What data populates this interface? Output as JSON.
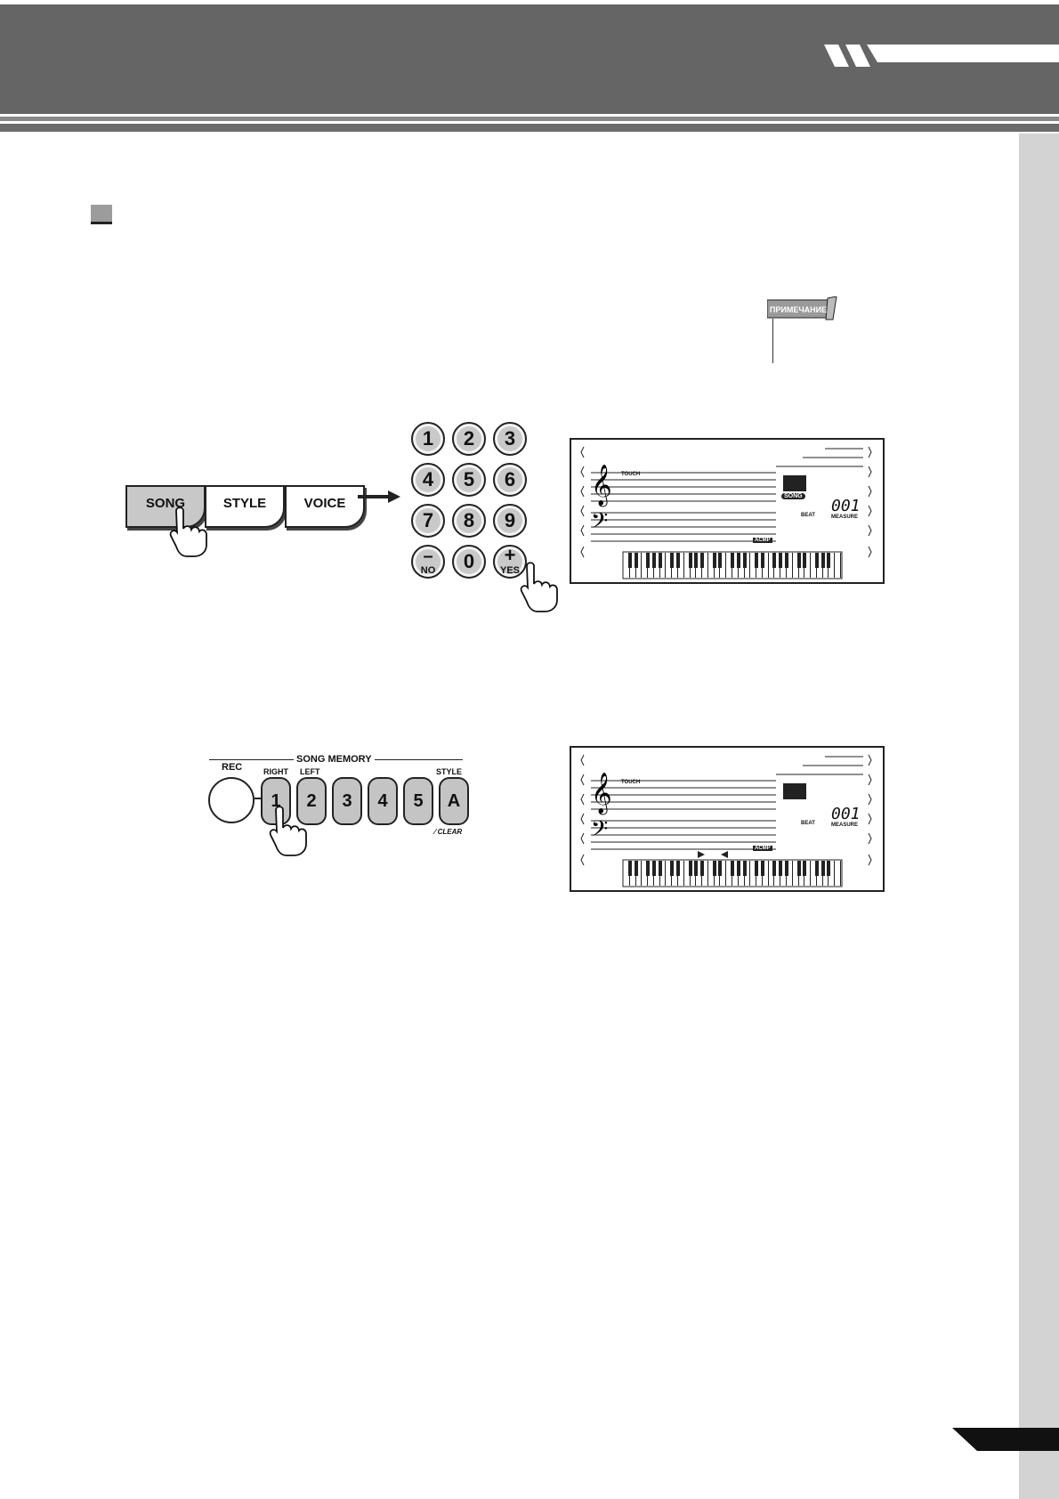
{
  "note": {
    "label": "ПРИМЕЧАНИЕ"
  },
  "panel": {
    "song_label": "SONG",
    "style_label": "STYLE",
    "voice_label": "VOICE"
  },
  "keypad": {
    "keys": [
      "1",
      "2",
      "3",
      "4",
      "5",
      "6",
      "7",
      "8",
      "9",
      "0"
    ],
    "minus_label": "–",
    "no_label": "NO",
    "plus_label": "+",
    "yes_label": "YES"
  },
  "display1": {
    "touch_label": "TOUCH",
    "song_badge": "SONG",
    "beat_label": "BEAT",
    "measure_label": "MEASURE",
    "measure_value": "001",
    "acmp_label": "ACMP"
  },
  "display2": {
    "touch_label": "TOUCH",
    "beat_label": "BEAT",
    "measure_label": "MEASURE",
    "measure_value": "001",
    "acmp_label": "ACMP"
  },
  "song_memory": {
    "title": "SONG MEMORY",
    "rec_label": "REC",
    "right_label": "RIGHT",
    "left_label": "LEFT",
    "style_label": "STYLE",
    "clear_label": "CLEAR",
    "keys": [
      "1",
      "2",
      "3",
      "4",
      "5",
      "A"
    ]
  },
  "colors": {
    "header": "#666566",
    "side_bar": "#d3d3d3",
    "key_fill": "#c9c9c9"
  }
}
